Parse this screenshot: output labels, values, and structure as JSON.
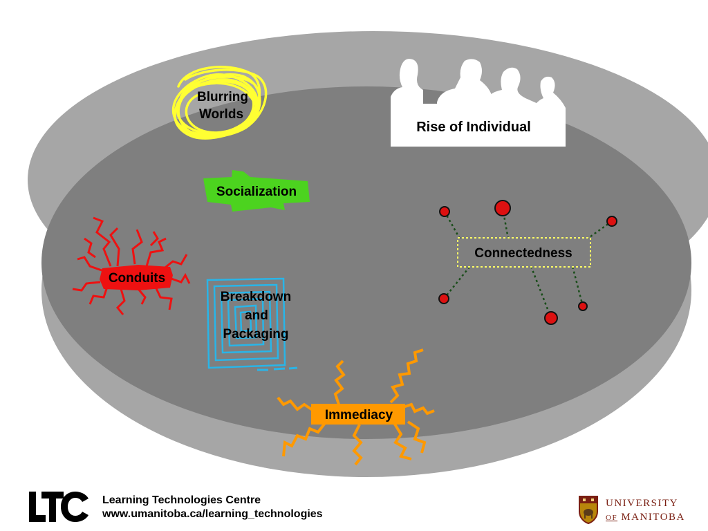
{
  "diagram": {
    "nodes": {
      "rise_of_individual": "Rise of Individual",
      "blurring_worlds": [
        "Blurring",
        "Worlds"
      ],
      "socialization": "Socialization",
      "connectedness": "Connectedness",
      "conduits": "Conduits",
      "breakdown_and_packaging": [
        "Breakdown",
        "and",
        "Packaging"
      ],
      "immediacy": "Immediacy"
    },
    "colors": {
      "outer_ellipse": "#a6a6a6",
      "inner_ellipse": "#7f7f7f",
      "blurring_worlds": "#ffff33",
      "socialization": "#4cd31f",
      "conduits": "#ee1111",
      "breakdown": "#29b5e8",
      "immediacy": "#ff9900",
      "connectedness_border": "#ffff66",
      "connector_nodes": "#dd1111",
      "silhouettes": "#ffffff"
    }
  },
  "footer": {
    "logo": "LTC",
    "org_name": "Learning Technologies Centre",
    "url": "www.umanitoba.ca/learning_technologies",
    "university_line1": "UNIVERSITY",
    "university_of": "OF",
    "university_line2": "MANITOBA"
  }
}
